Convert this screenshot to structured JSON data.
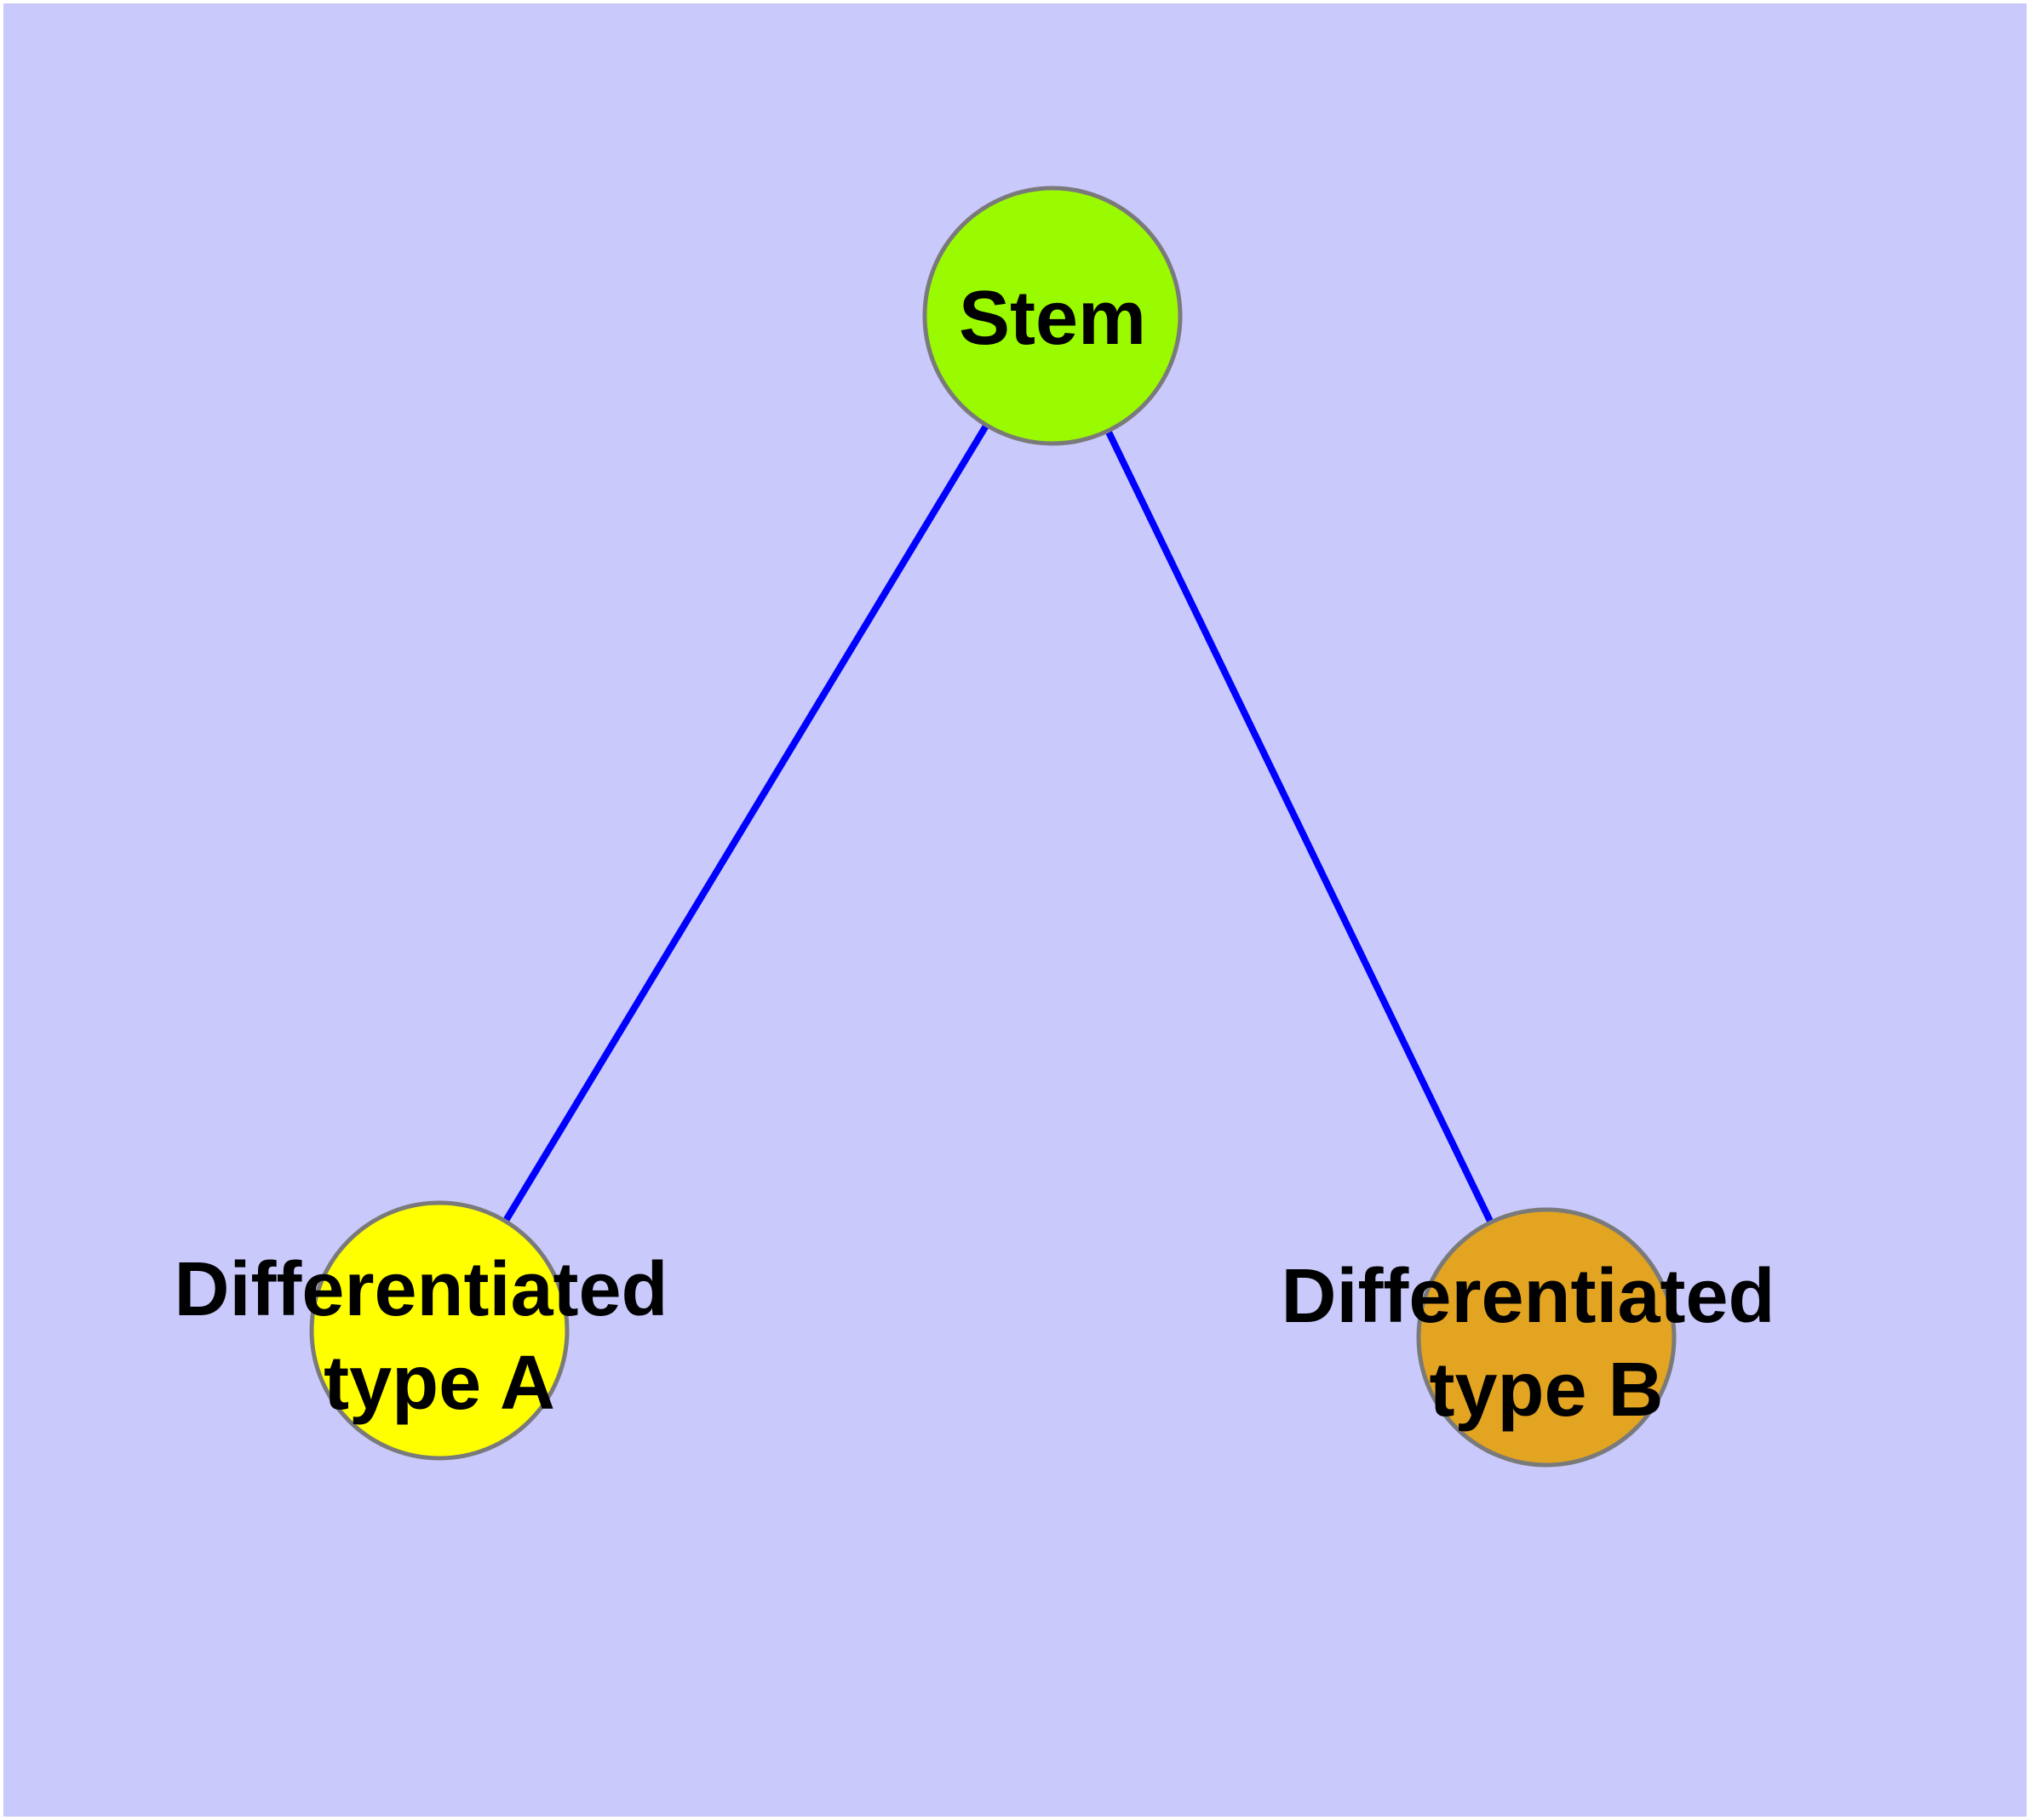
{
  "canvas": {
    "background_color": "#c9c9fb",
    "frame_color": "#ffffff"
  },
  "diagram": {
    "kind": "graph",
    "edge_color": "#0000ff",
    "node_border_color": "#7a7a7a",
    "label_color": "#000000",
    "nodes": [
      {
        "id": "stem",
        "label": "Stem",
        "lines": [
          "Stem"
        ],
        "fill": "#9afb00"
      },
      {
        "id": "differentiated-type-a",
        "label": "Differentiated type A",
        "lines": [
          "Differentiated",
          "type A"
        ],
        "fill": "#ffff00"
      },
      {
        "id": "differentiated-type-b",
        "label": "Differentiated type B",
        "lines": [
          "Differentiated",
          "type B"
        ],
        "fill": "#e3a422"
      }
    ],
    "edges": [
      {
        "from": "Stem",
        "to": "Differentiated type A"
      },
      {
        "from": "Stem",
        "to": "Differentiated type B"
      }
    ]
  }
}
